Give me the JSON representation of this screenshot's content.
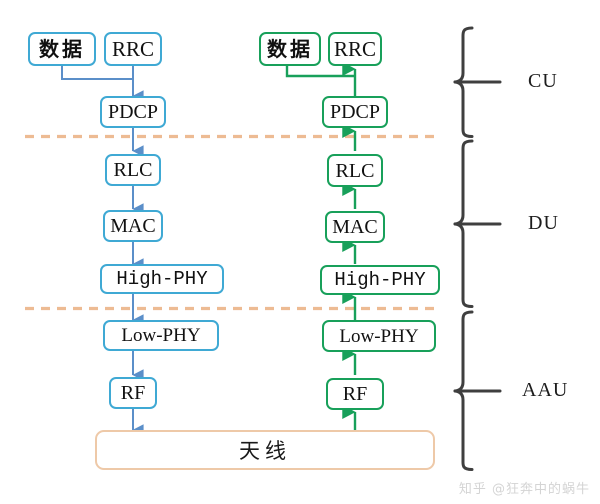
{
  "diagram": {
    "title_watermark": "知乎 @狂奔中的蜗牛",
    "colors": {
      "downlink_blue": "#3fa9d4",
      "uplink_green": "#18a05a",
      "split_line_orange": "#edb храм"
    }
  },
  "downlink_stack": {
    "direction": "downlink",
    "color": "#3fa9d4",
    "nodes": [
      {
        "id": "dl-data",
        "label": "数据",
        "kind": "cjk"
      },
      {
        "id": "dl-rrc",
        "label": "RRC",
        "kind": "serif"
      },
      {
        "id": "dl-pdcp",
        "label": "PDCP",
        "kind": "serif"
      },
      {
        "id": "dl-rlc",
        "label": "RLC",
        "kind": "serif"
      },
      {
        "id": "dl-mac",
        "label": "MAC",
        "kind": "serif"
      },
      {
        "id": "dl-highphy",
        "label": "High-PHY",
        "kind": "mono"
      },
      {
        "id": "dl-lowphy",
        "label": "Low-PHY",
        "kind": "serif"
      },
      {
        "id": "dl-rf",
        "label": "RF",
        "kind": "serif"
      }
    ]
  },
  "uplink_stack": {
    "direction": "uplink",
    "color": "#18a05a",
    "nodes": [
      {
        "id": "ul-data",
        "label": "数据",
        "kind": "cjk"
      },
      {
        "id": "ul-rrc",
        "label": "RRC",
        "kind": "serif"
      },
      {
        "id": "ul-pdcp",
        "label": "PDCP",
        "kind": "serif"
      },
      {
        "id": "ul-rlc",
        "label": "RLC",
        "kind": "serif"
      },
      {
        "id": "ul-mac",
        "label": "MAC",
        "kind": "serif"
      },
      {
        "id": "ul-highphy",
        "label": "High-PHY",
        "kind": "mono"
      },
      {
        "id": "ul-lowphy",
        "label": "Low-PHY",
        "kind": "serif"
      },
      {
        "id": "ul-rf",
        "label": "RF",
        "kind": "serif"
      }
    ]
  },
  "shared": {
    "antenna_label": "天线"
  },
  "group_labels": [
    {
      "id": "cu",
      "label": "CU"
    },
    {
      "id": "du",
      "label": "DU"
    },
    {
      "id": "aau",
      "label": "AAU"
    }
  ]
}
